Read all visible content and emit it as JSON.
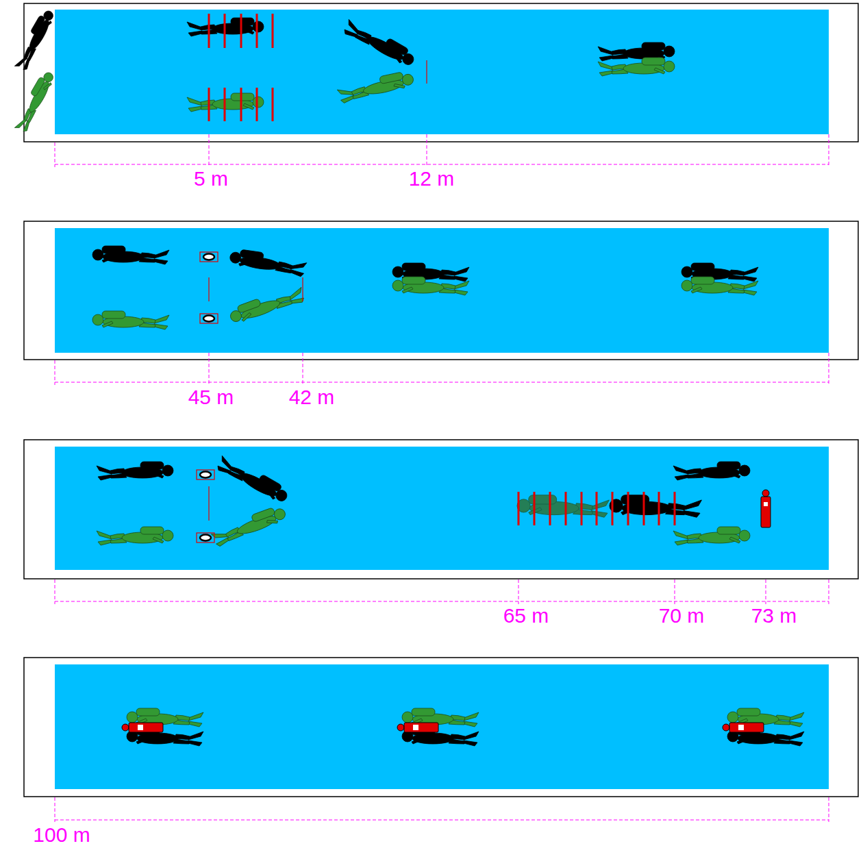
{
  "diagram": {
    "labels": [
      "5 m",
      "12 m",
      "45 m",
      "42 m",
      "65 m",
      "70 m",
      "73 m",
      "100 m"
    ]
  }
}
